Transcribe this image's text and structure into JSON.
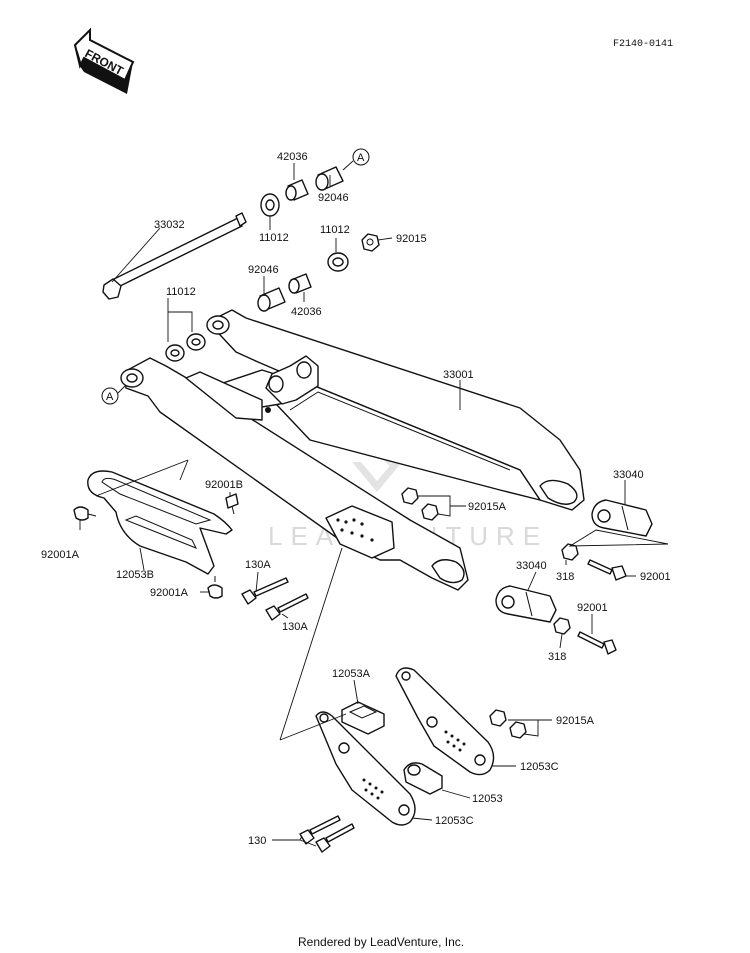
{
  "diagram_code": "F2140-0141",
  "front_arrow_label": "FRONT",
  "watermark_text": "LEADVENTURE",
  "footer_text": "Rendered by LeadVenture, Inc.",
  "callout_ref": "A",
  "labels": {
    "l42036_top": "42036",
    "l92046_top": "92046",
    "l33032": "33032",
    "l11012_a": "11012",
    "l11012_b": "11012",
    "l92015": "92015",
    "l92046_mid": "92046",
    "l11012_c": "11012",
    "l42036_mid": "42036",
    "l33001": "33001",
    "l33040_a": "33040",
    "l92015A_a": "92015A",
    "l92001B": "92001B",
    "l92001A_a": "92001A",
    "l12053B": "12053B",
    "l130A_a": "130A",
    "l92001A_b": "92001A",
    "l130A_b": "130A",
    "l318_a": "318",
    "l92001_a": "92001",
    "l33040_b": "33040",
    "l92001_b": "92001",
    "l318_b": "318",
    "l12053A": "12053A",
    "l92015A_b": "92015A",
    "l12053C_a": "12053C",
    "l12053": "12053",
    "l12053C_b": "12053C",
    "l130": "130"
  }
}
